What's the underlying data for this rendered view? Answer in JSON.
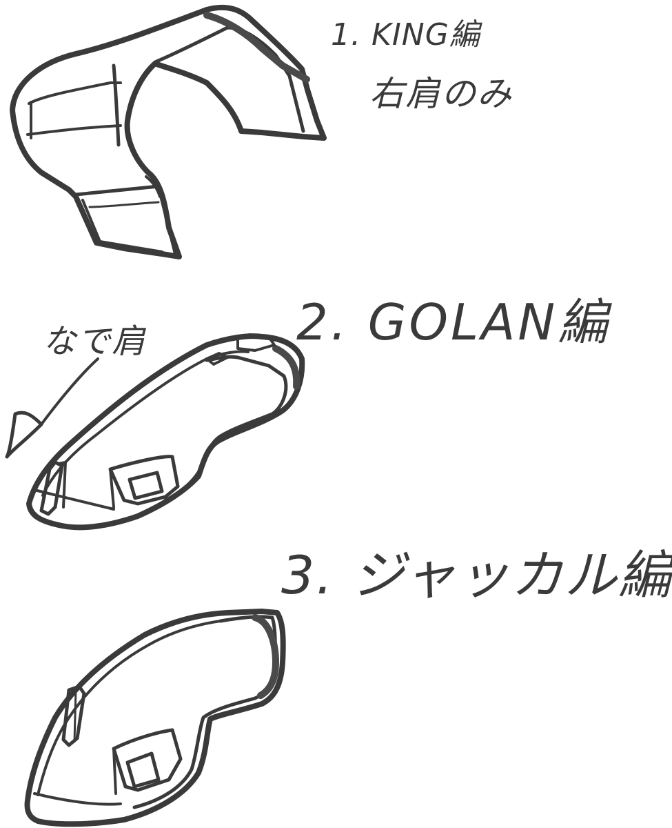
{
  "labels": {
    "king_title": "1. KING編",
    "king_note": "右肩のみ",
    "golan_title": "2. GOLAN編",
    "golan_note": "なで肩",
    "jackal_title": "3. ジャッカル編"
  },
  "ink_color": "#3a3a3a",
  "paper_color": "#ffffff"
}
